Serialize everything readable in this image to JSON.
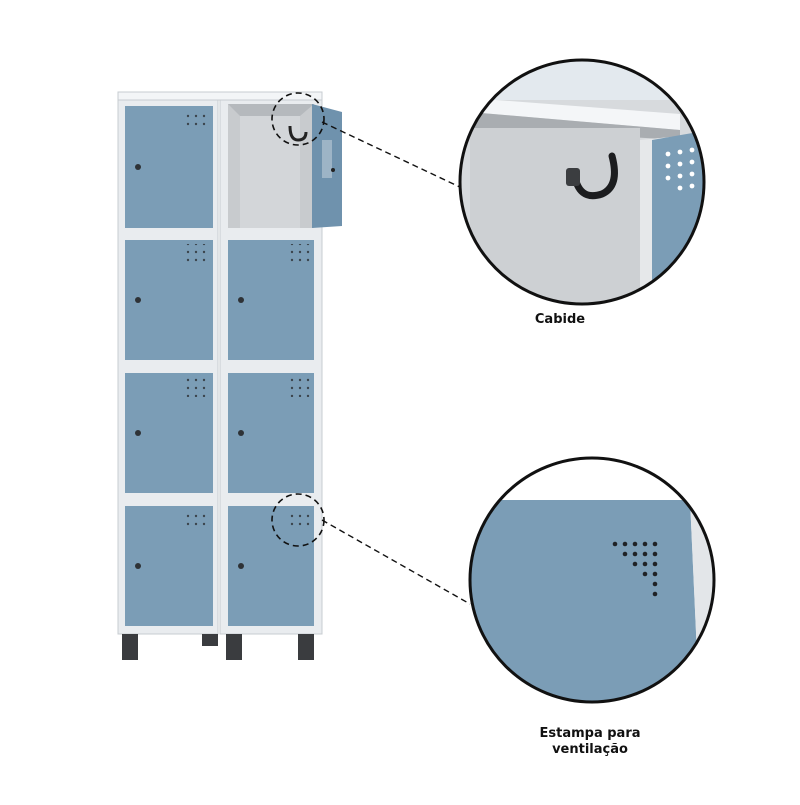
{
  "colors": {
    "door": "#7b9db6",
    "door_dark": "#6a8ca6",
    "frame": "#e8ebee",
    "interior": "#c9cccf",
    "foot": "#3a3c3f"
  },
  "callouts": {
    "hook": {
      "label": "Cabide",
      "icon": "coat-hook-icon"
    },
    "vent": {
      "line1": "Estampa para",
      "line2": "ventilação",
      "icon": "ventilation-holes-icon"
    }
  }
}
